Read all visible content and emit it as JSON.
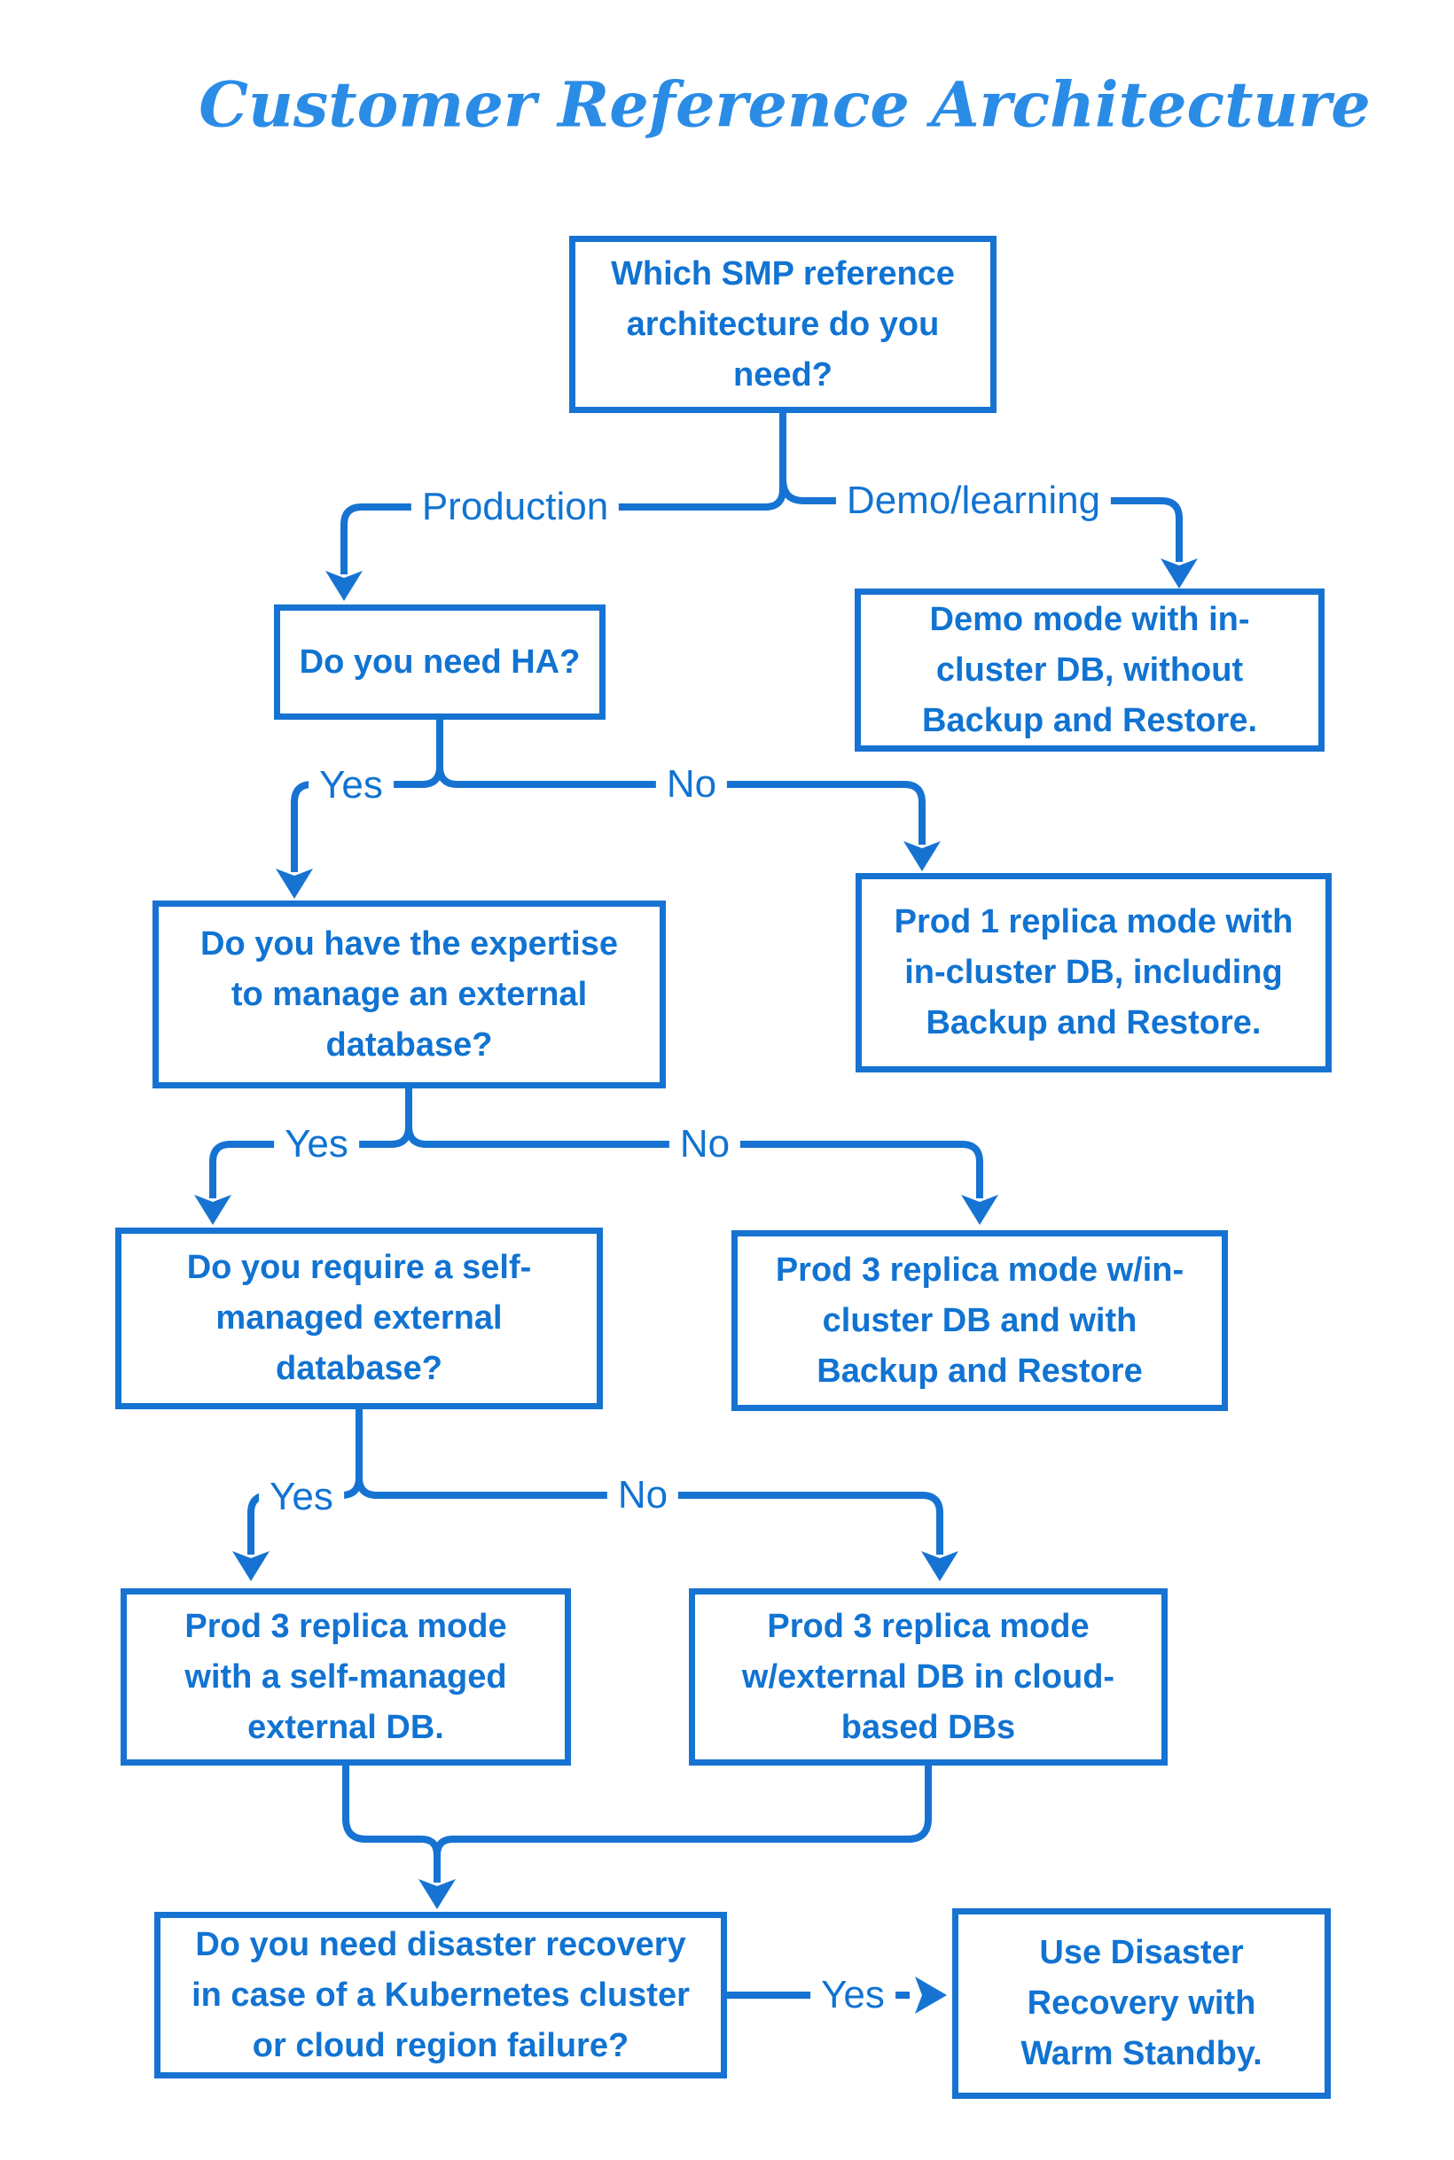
{
  "title": "Customer Reference Architecture",
  "colors": {
    "line_blue": "#1673d2",
    "node_text_blue": "#1173d2",
    "title_blue": "#2b8ce6",
    "background": "#ffffff"
  },
  "nodes": {
    "root": {
      "text": "Which SMP reference\narchitecture do you\nneed?"
    },
    "ha": {
      "text": "Do you need HA?"
    },
    "demo_mode": {
      "text": "Demo mode with in-\ncluster DB, without\nBackup and Restore."
    },
    "expertise": {
      "text": "Do you have the expertise\nto manage an external\ndatabase?"
    },
    "prod1_incluster": {
      "text": "Prod 1 replica mode with\nin-cluster DB, including\nBackup and Restore."
    },
    "self_managed": {
      "text": "Do you require a self-\nmanaged external\ndatabase?"
    },
    "prod3_incluster": {
      "text": "Prod 3 replica mode w/in-\ncluster DB and with\nBackup and Restore"
    },
    "prod3_self_managed": {
      "text": "Prod 3 replica mode\nwith a self-managed\nexternal DB."
    },
    "prod3_cloud": {
      "text": "Prod 3 replica mode\nw/external DB in cloud-\nbased DBs"
    },
    "disaster_recovery_q": {
      "text": "Do you need disaster recovery\nin case of a Kubernetes cluster\nor cloud region failure?"
    },
    "warm_standby": {
      "text": "Use Disaster\nRecovery with\nWarm Standby."
    }
  },
  "edges": {
    "production": {
      "label": "Production"
    },
    "demo_learning": {
      "label": "Demo/learning"
    },
    "ha_yes": {
      "label": "Yes"
    },
    "ha_no": {
      "label": "No"
    },
    "expertise_yes": {
      "label": "Yes"
    },
    "expertise_no": {
      "label": "No"
    },
    "self_managed_yes": {
      "label": "Yes"
    },
    "self_managed_no": {
      "label": "No"
    },
    "dr_yes": {
      "label": "Yes"
    }
  }
}
